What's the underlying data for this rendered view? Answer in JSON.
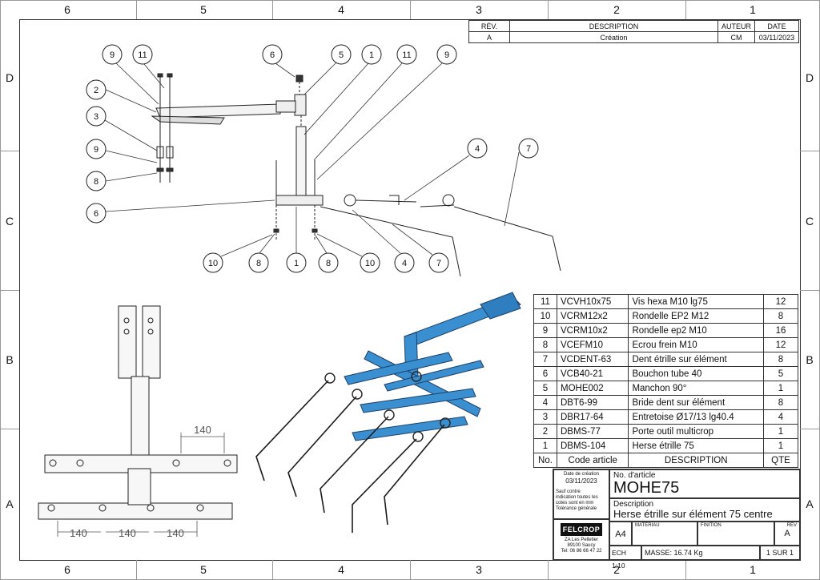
{
  "zones": {
    "columns": [
      "6",
      "5",
      "4",
      "3",
      "2",
      "1"
    ],
    "rows": [
      "D",
      "C",
      "B",
      "A"
    ]
  },
  "revision_table": {
    "headers": [
      "RÉV.",
      "DESCRIPTION",
      "AUTEUR",
      "DATE"
    ],
    "rows": [
      [
        "A",
        "Création",
        "CM",
        "03/11/2023"
      ]
    ]
  },
  "balloons": [
    "9",
    "11",
    "6",
    "5",
    "1",
    "11",
    "9",
    "2",
    "3",
    "4",
    "7",
    "9",
    "8",
    "6",
    "10",
    "8",
    "1",
    "8",
    "10",
    "4",
    "7"
  ],
  "dimensions": [
    "140",
    "140",
    "140",
    "140"
  ],
  "bom": {
    "headers": [
      "No.",
      "Code article",
      "DESCRIPTION",
      "QTE"
    ],
    "rows": [
      [
        "11",
        "VCVH10x75",
        "Vis hexa M10 lg75",
        "12"
      ],
      [
        "10",
        "VCRM12x2",
        "Rondelle EP2 M12",
        "8"
      ],
      [
        "9",
        "VCRM10x2",
        "Rondelle ep2 M10",
        "16"
      ],
      [
        "8",
        "VCEFM10",
        "Ecrou frein M10",
        "12"
      ],
      [
        "7",
        "VCDENT-63",
        "Dent étrille sur élément",
        "8"
      ],
      [
        "6",
        "VCB40-21",
        "Bouchon tube 40",
        "5"
      ],
      [
        "5",
        "MOHE002",
        "Manchon 90°",
        "1"
      ],
      [
        "4",
        "DBT6-99",
        "Bride dent sur élément",
        "8"
      ],
      [
        "3",
        "DBR17-64",
        "Entretoise Ø17/13 lg40.4",
        "4"
      ],
      [
        "2",
        "DBMS-77",
        "Porte outil multicrop",
        "1"
      ],
      [
        "1",
        "DBMS-104",
        "Herse étrille 75",
        "1"
      ]
    ]
  },
  "title_block": {
    "date_label": "Date de création",
    "date": "03/11/2023",
    "notes": [
      "Sauf contre",
      "indication toutes les",
      "cotes sont en mm",
      "Tolérance générale"
    ],
    "article_label": "No. d'article",
    "article": "MOHE75",
    "description_label": "Description",
    "description": "Herse étrille sur élément 75 centre",
    "logo": "FELCROP",
    "address": [
      "ZA Les Pelletier",
      "89100 Saucy",
      "Tel: 06 86 66 47 22"
    ],
    "format": "A4",
    "material_label": "MATÉRIAU",
    "finish_label": "FINITION",
    "rev_label": "RÉV",
    "rev": "A",
    "scale": "ECH 1:10",
    "mass": "MASSE: 16.74 Kg",
    "sheet": "1 SUR 1"
  }
}
